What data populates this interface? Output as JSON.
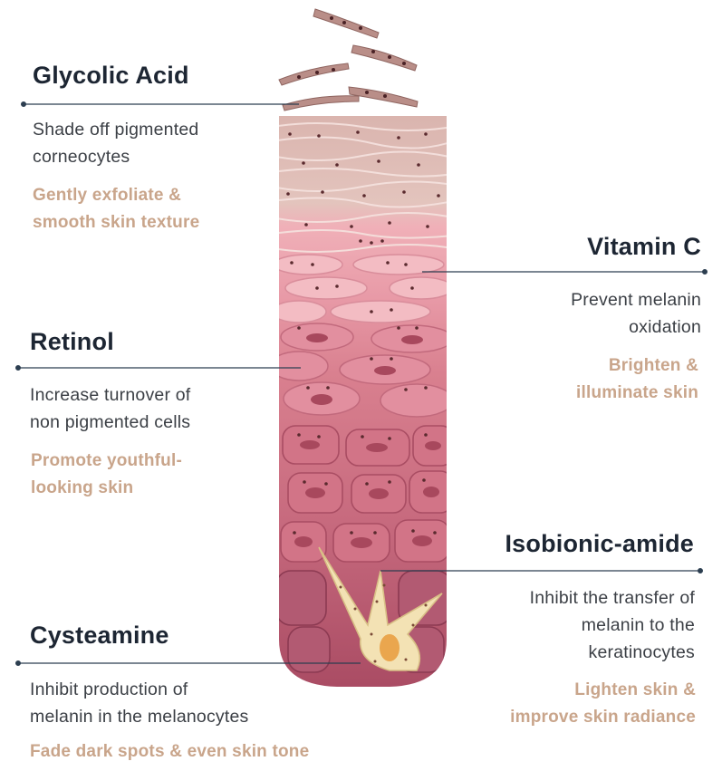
{
  "annotations": [
    {
      "id": "glycolic-acid",
      "title": "Glycolic Acid",
      "description": [
        "Shade off pigmented",
        "corneocytes"
      ],
      "benefit": [
        "Gently exfoliate &",
        "smooth skin texture"
      ]
    },
    {
      "id": "vitamin-c",
      "title": "Vitamin C",
      "description": [
        "Prevent melanin",
        "oxidation"
      ],
      "benefit": [
        "Brighten &",
        "illuminate skin"
      ]
    },
    {
      "id": "retinol",
      "title": "Retinol",
      "description": [
        "Increase turnover of",
        "non pigmented cells"
      ],
      "benefit": [
        "Promote youthful-",
        "looking skin"
      ]
    },
    {
      "id": "isobionic-amide",
      "title": "Isobionic-amide",
      "description": [
        "Inhibit the transfer of",
        "melanin to the",
        "keratinocytes"
      ],
      "benefit": [
        "Lighten skin &",
        "improve skin radiance"
      ]
    },
    {
      "id": "cysteamine",
      "title": "Cysteamine",
      "description": [
        "Inhibit production of",
        "melanin in the melanocytes"
      ],
      "benefit": [
        "Fade dark spots & even skin tone"
      ]
    }
  ],
  "colors": {
    "title": "#1d2633",
    "description": "#3b3f45",
    "benefit": "#c9a58b",
    "leader_line": "#2c3e50",
    "stratum_corneum": "#d6b0aa",
    "upper_cells": "#e8a8b0",
    "basal_cells": "#b55870",
    "melanocyte": "#f3e2b4",
    "melanin": "#5a2a2e"
  }
}
